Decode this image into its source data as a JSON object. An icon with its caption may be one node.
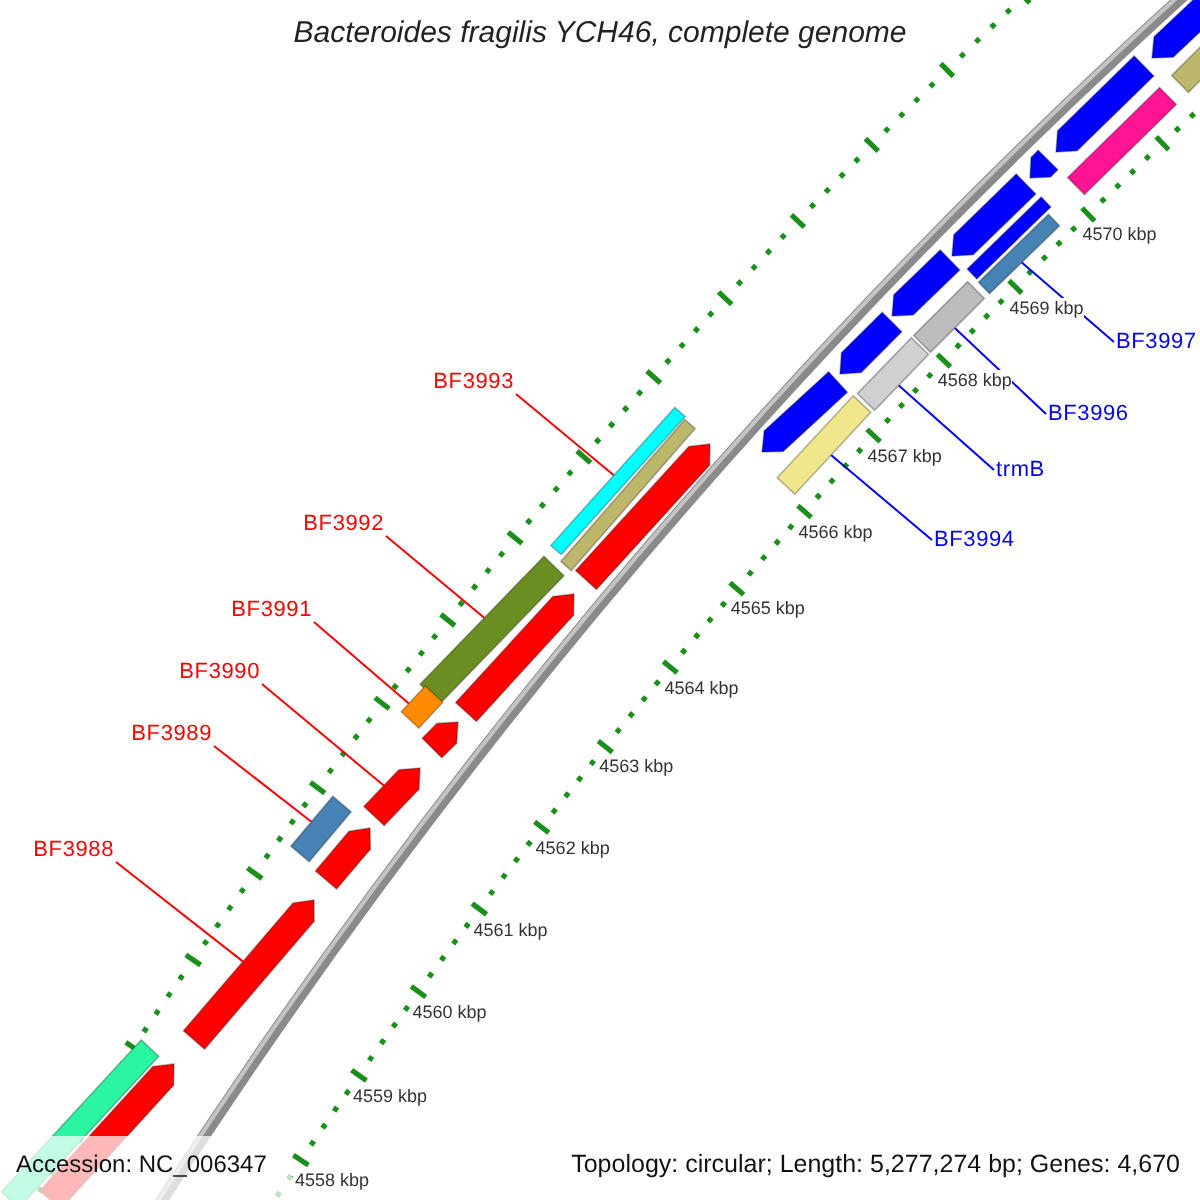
{
  "diagram": {
    "title": "Bacteroides fragilis YCH46, complete genome",
    "nodes": [
      {
        "text": [
          "BF3997"
        ]
      },
      {
        "text": [],
        "shape": "box"
      },
      {
        "text": [
          "BF3993"
        ]
      },
      {
        "text": [],
        "shape": "box"
      },
      {
        "text": [
          "BF3996"
        ]
      },
      {
        "text": [],
        "shape": "box"
      },
      {
        "text": [
          "trmB"
        ]
      },
      {
        "text": [],
        "shape": "box"
      },
      {
        "text": [
          "BF3992"
        ]
      },
      {
        "text": [],
        "shape": "box"
      },
      {
        "text": [
          "BF3994"
        ]
      },
      {
        "text": [],
        "shape": "box"
      },
      {
        "text": [
          "BF3991"
        ]
      },
      {
        "text": [],
        "shape": "box"
      },
      {
        "text": [
          "BF3990"
        ]
      },
      {
        "text": [],
        "shape": "pentagon"
      },
      {
        "text": [
          "BF3989"
        ]
      },
      {
        "text": [],
        "shape": "box"
      },
      {
        "text": [
          "BF3988"
        ]
      },
      {
        "text": [],
        "shape": "pentagon"
      },
      {
        "text": [],
        "shape": "pentagon"
      },
      {
        "text": [],
        "shape": "box"
      },
      {
        "text": [],
        "shape": "pentagon"
      },
      {
        "text": [],
        "shape": "box"
      },
      {
        "text": [],
        "shape": "pentagon"
      },
      {
        "text": [],
        "shape": "pentagon"
      },
      {
        "text": [],
        "shape": "box"
      },
      {
        "text": [],
        "shape": "pentagon"
      },
      {
        "text": [],
        "shape": "pentagon"
      },
      {
        "text": [],
        "shape": "pentagon"
      },
      {
        "text": [],
        "shape": "pentagon"
      },
      {
        "text": [],
        "shape": "box"
      },
      {
        "text": [],
        "shape": "pentagon"
      },
      {
        "text": [],
        "shape": "pentagon"
      },
      {
        "text": [],
        "shape": "pentagon"
      },
      {
        "text": [],
        "shape": "box"
      },
      {
        "text": [],
        "shape": "pentagon"
      }
    ],
    "edges": [
      {
        "from": 0,
        "to": 1,
        "arrow": "none",
        "color": "#0000ff"
      },
      {
        "from": 2,
        "to": 3,
        "arrow": "none"
      },
      {
        "from": 4,
        "to": 5,
        "arrow": "none",
        "color": "#0000ff"
      },
      {
        "from": 6,
        "to": 7,
        "arrow": "none",
        "color": "#0000ff"
      },
      {
        "from": 8,
        "to": 9,
        "arrow": "none"
      },
      {
        "from": 10,
        "to": 11,
        "arrow": "none",
        "color": "#0000ff"
      },
      {
        "from": 12,
        "to": 13,
        "arrow": "none"
      },
      {
        "from": 14,
        "to": 15,
        "arrow": "none"
      },
      {
        "from": 16,
        "to": 17,
        "arrow": "none"
      },
      {
        "from": 18,
        "to": 19,
        "arrow": "none"
      }
    ],
    "labels": [
      "4570 kbp",
      "4569 kbp",
      "4568 kbp",
      "4567 kbp",
      "4566 kbp",
      "4565 kbp",
      "4564 kbp",
      "4563 kbp",
      "4562 kbp",
      "4561 kbp",
      "4560 kbp",
      "4559 kbp",
      "4558 kbp",
      "Accession: NC_006347",
      "Topology: circular; Length: 5,277,274 bp; Genes: 4,670"
    ]
  }
}
